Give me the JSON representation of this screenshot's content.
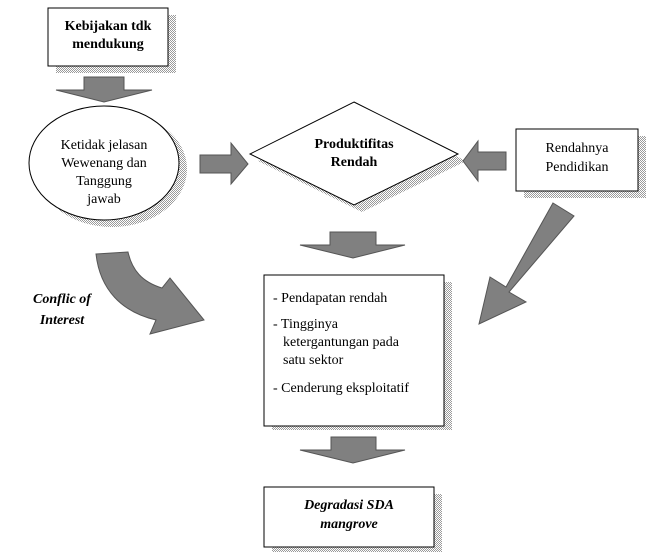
{
  "nodes": {
    "kebijakan": {
      "lines": [
        "Kebijakan tdk",
        "mendukung"
      ]
    },
    "ketidak_jelasan": {
      "lines": [
        "Ketidak jelasan",
        "Wewenang dan",
        "Tanggung",
        "jawab"
      ]
    },
    "produktifitas": {
      "lines": [
        "Produktifitas",
        "Rendah"
      ]
    },
    "rendahnya": {
      "lines": [
        "Rendahnya",
        "Pendidikan"
      ]
    },
    "conflic": {
      "lines": [
        "Conflic of",
        "Interest"
      ]
    },
    "impacts": {
      "items": [
        {
          "lines": [
            "- Pendapatan rendah"
          ]
        },
        {
          "lines": [
            "- Tingginya",
            "ketergantungan pada",
            "satu sektor"
          ]
        },
        {
          "lines": [
            "-   Cenderung eksploitatif"
          ]
        }
      ]
    },
    "degradasi": {
      "lines": [
        "Degradasi SDA",
        "mangrove"
      ]
    }
  },
  "colors": {
    "arrow": "#808080",
    "shadow": "#b0b0b0",
    "stroke": "#000000"
  }
}
